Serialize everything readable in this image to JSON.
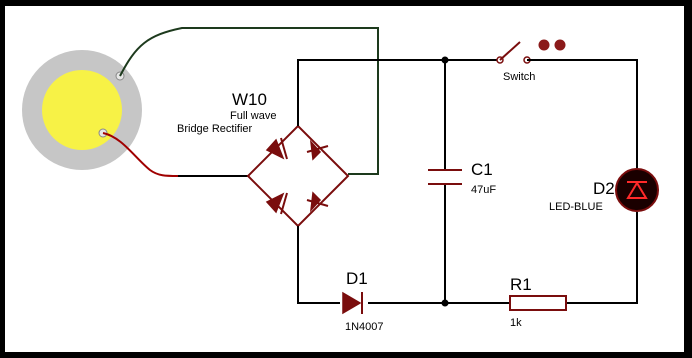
{
  "components": {
    "bridge": {
      "ref": "W10",
      "desc_line1": "Full wave",
      "desc_line2": "Bridge Rectifier"
    },
    "switch": {
      "label": "Switch"
    },
    "capacitor": {
      "ref": "C1",
      "value": "47uF"
    },
    "led": {
      "ref": "D2",
      "value": "LED-BLUE"
    },
    "diode": {
      "ref": "D1",
      "value": "1N4007"
    },
    "resistor": {
      "ref": "R1",
      "value": "1k"
    }
  },
  "colors": {
    "frame": "#000000",
    "canvas": "#ffffff",
    "wire": "#000000",
    "component_outline": "#7a0d0d",
    "piezo_wire": "#a00000",
    "piezo_outer": "#c6c6c6",
    "piezo_inner": "#f7f246",
    "led_body": "#1a0000",
    "switch_contact": "#8b1a1a"
  }
}
